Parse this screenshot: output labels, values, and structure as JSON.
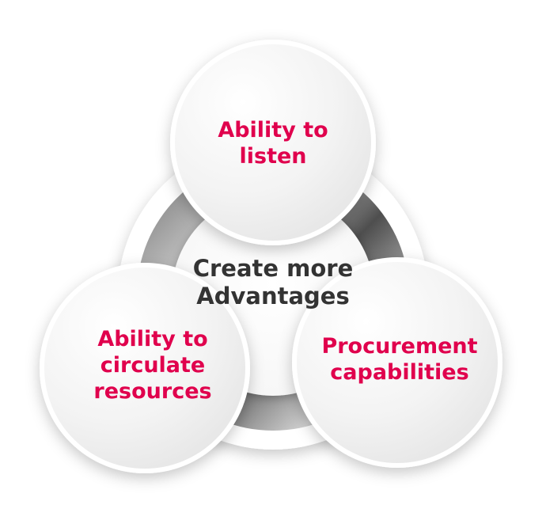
{
  "diagram": {
    "center": {
      "lines": [
        "Create more",
        "Advantages"
      ],
      "color": "#333333"
    },
    "circles": [
      {
        "id": "top",
        "lines": [
          "Ability to",
          "listen"
        ]
      },
      {
        "id": "left",
        "lines": [
          "Ability to",
          "circulate",
          "resources"
        ]
      },
      {
        "id": "right",
        "lines": [
          "Procurement",
          "capabilities"
        ]
      }
    ],
    "accent_color": "#e0004d",
    "ring_color_dark": "#5a5a5a",
    "ring_color_light": "#d9d9d9"
  }
}
